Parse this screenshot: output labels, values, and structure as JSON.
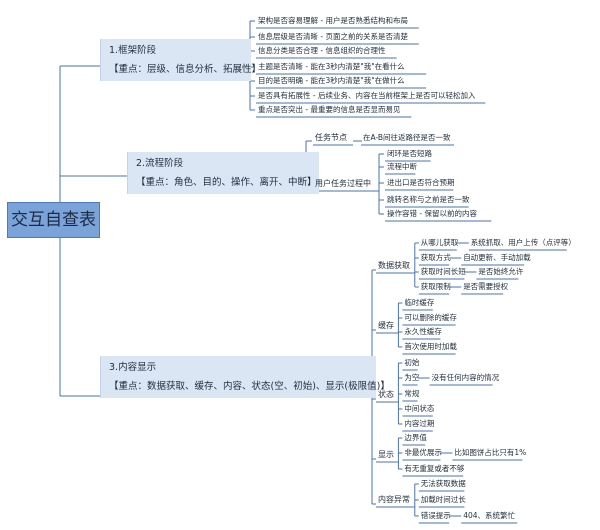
{
  "root": "交互自查表",
  "branches": [
    {
      "title": "1.框架阶段",
      "focus": "【重点：层级、信息分析、拓展性】",
      "items": [
        "架构是否容易理解 - 用户是否熟悉结构和布局",
        "信息层级是否清晰 - 页面之前的关系是否清楚",
        "信息分类是否合理 - 信息组织的合理性",
        "主题是否清晰 - 能在3秒内清楚\"我\"在看什么",
        "目的是否明确 - 能在3秒内清楚\"我\"在做什么",
        "是否具有拓展性 - 后续业务、内容在当前框架上是否可以轻松加入",
        "重点是否突出 - 最重要的信息是否显而易见"
      ]
    },
    {
      "title": "2.流程阶段",
      "focus": "【重点：角色、目的、操作、离开、中断】",
      "groups": [
        {
          "label": "任务节点",
          "items": [
            "在A-B间往返路径是否一致"
          ]
        },
        {
          "label": "用户任务过程中",
          "items": [
            "闭环是否短路",
            "流程中断",
            "进出口是否符合预期",
            "跳转名称与之前是否一致",
            "操作容错 - 保留以前的内容"
          ]
        }
      ]
    },
    {
      "title": "3.内容显示",
      "focus": "【重点：数据获取、缓存、内容、状态(空、初始)、显示(极限值)】",
      "groups": [
        {
          "label": "数据获取",
          "items": [
            {
              "text": "从哪儿获取",
              "detail": "系统抓取、用户上传（点评等）"
            },
            {
              "text": "获取方式",
              "detail": "自动更新、手动加载"
            },
            {
              "text": "获取时间长短",
              "detail": "是否始终允许"
            },
            {
              "text": "获取限制",
              "detail": "是否需要授权"
            }
          ]
        },
        {
          "label": "缓存",
          "items": [
            "临时缓存",
            "可以删除的缓存",
            "永久性缓存",
            "首次使用时加载"
          ]
        },
        {
          "label": "状态",
          "items": [
            {
              "text": "初始"
            },
            {
              "text": "为空",
              "detail": "没有任何内容的情况"
            },
            {
              "text": "常规"
            },
            {
              "text": "中间状态"
            },
            {
              "text": "内容过期"
            }
          ]
        },
        {
          "label": "显示",
          "items": [
            {
              "text": "边界值"
            },
            {
              "text": "非最优展示",
              "detail": "比如图饼占比只有1%"
            },
            {
              "text": "有无重复或者不够"
            }
          ]
        },
        {
          "label": "内容异常",
          "items": [
            {
              "text": "无法获取数据"
            },
            {
              "text": "加载时间过长"
            },
            {
              "text": "错误提示",
              "detail": "404、系统繁忙"
            }
          ]
        }
      ]
    }
  ]
}
